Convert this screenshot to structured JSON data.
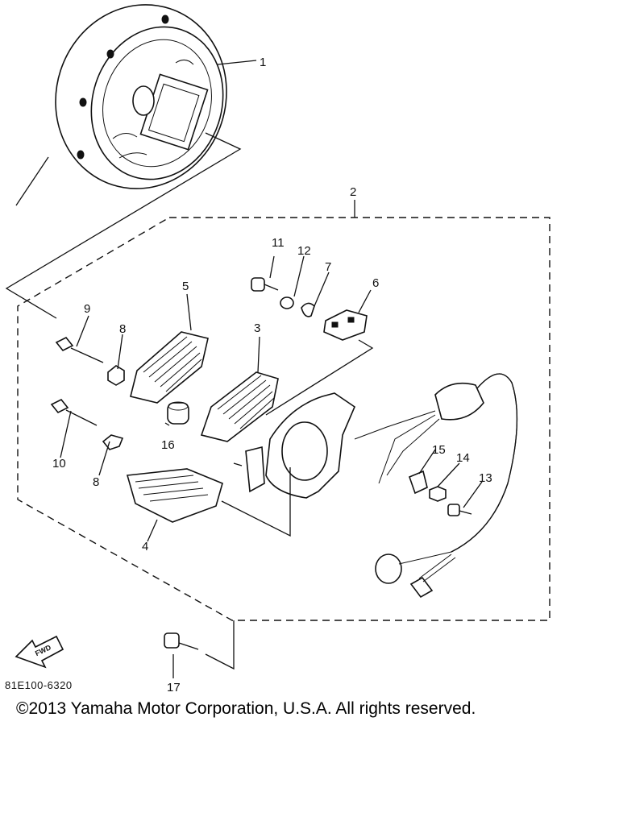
{
  "callouts": [
    "1",
    "2",
    "3",
    "4",
    "5",
    "6",
    "7",
    "8",
    "8",
    "9",
    "10",
    "11",
    "12",
    "13",
    "14",
    "15",
    "16",
    "17"
  ],
  "fwd_arrow_text": "FWD",
  "diagram_code": "81E100-6320",
  "copyright": "©2013 Yamaha Motor Corporation, U.S.A. All rights reserved."
}
